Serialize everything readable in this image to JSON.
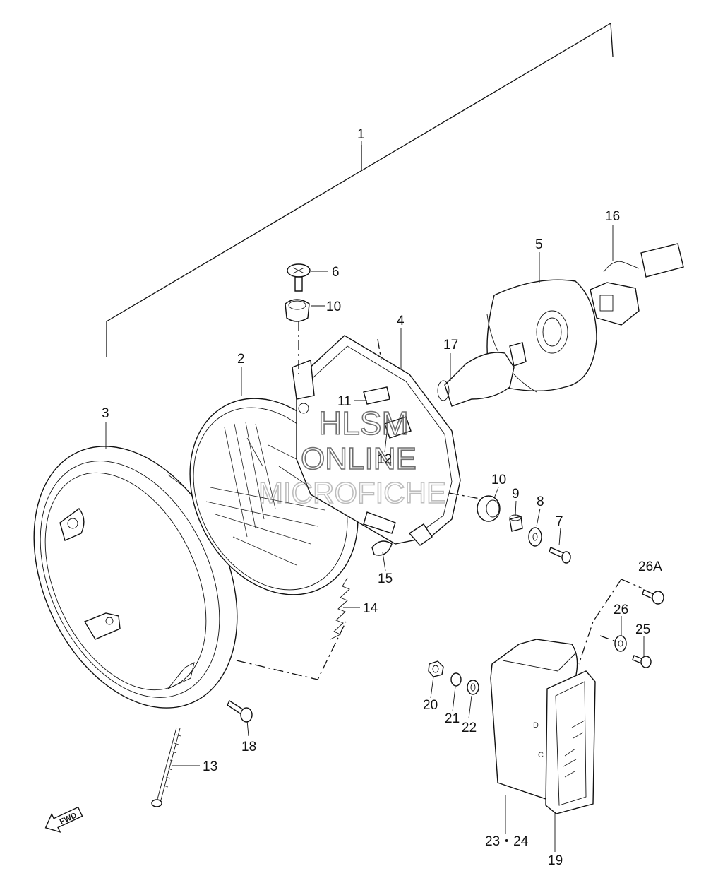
{
  "callouts": {
    "p1": "1",
    "p2": "2",
    "p3": "3",
    "p4": "4",
    "p5": "5",
    "p6": "6",
    "p7": "7",
    "p8": "8",
    "p9": "9",
    "p10a": "10",
    "p10b": "10",
    "p11": "11",
    "p12": "12",
    "p13": "13",
    "p14": "14",
    "p15": "15",
    "p16": "16",
    "p17": "17",
    "p18": "18",
    "p19": "19",
    "p20": "20",
    "p21": "21",
    "p22": "22",
    "p23_24": "23・24",
    "p25": "25",
    "p26": "26",
    "p26a": "26A"
  },
  "watermark": {
    "line1": "HLSM",
    "line2": "ONLINE",
    "line3": "MICROFICHE"
  },
  "fwd_arrow": {
    "label": "FWD"
  },
  "reflector_marks": {
    "upper": "D",
    "lower": "C"
  },
  "colors": {
    "ink": "#111111",
    "watermark": "#555555",
    "paper": "#ffffff"
  }
}
